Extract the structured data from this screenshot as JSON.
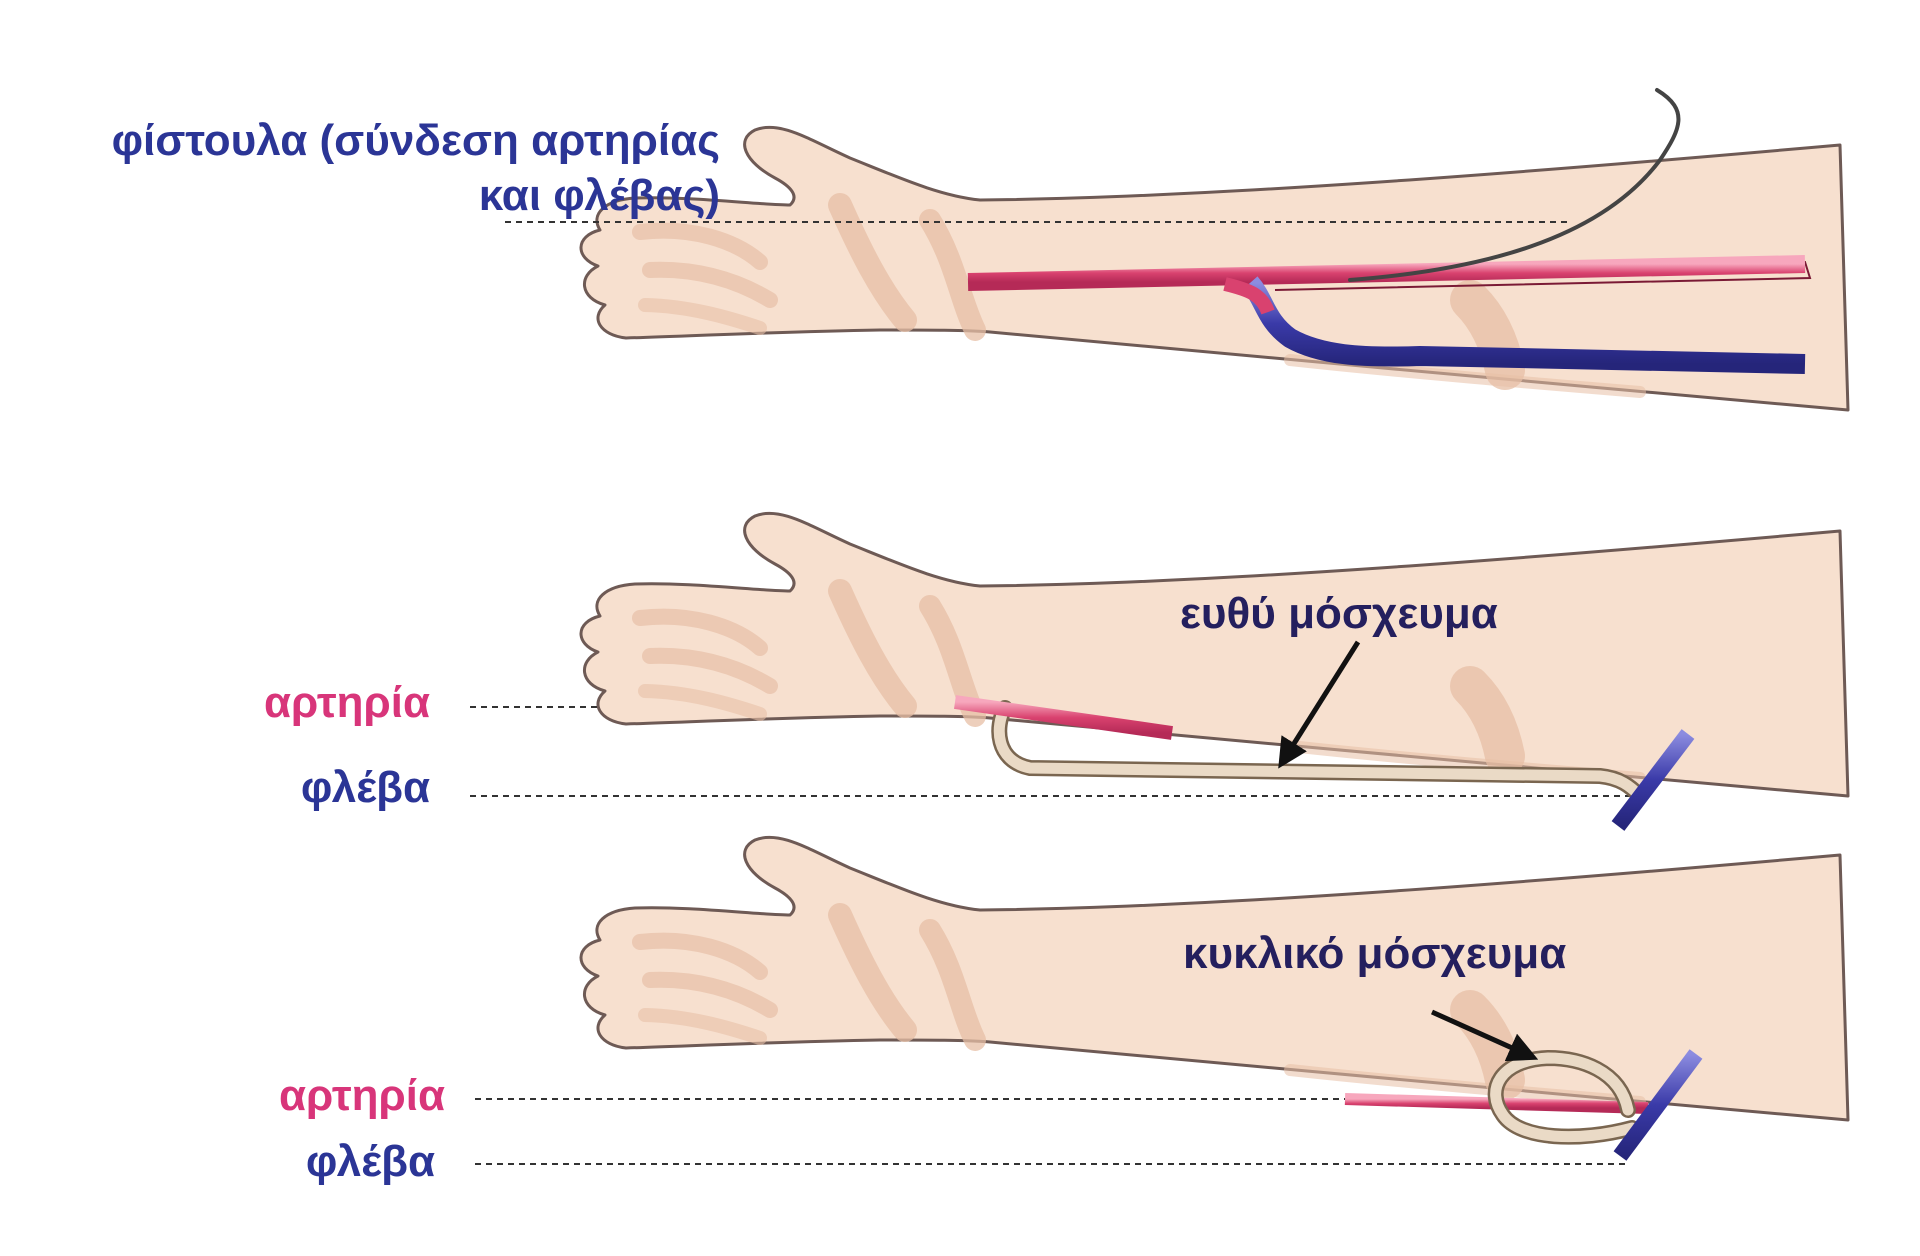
{
  "diagram": {
    "panel1": {
      "fistula_label_line1": "φίστουλα (σύνδεση αρτηρίας",
      "fistula_label_line2": "και φλέβας)"
    },
    "panel2": {
      "graft_label": "ευθύ μόσχευμα",
      "artery_label": "αρτηρία",
      "vein_label": "φλέβα"
    },
    "panel3": {
      "graft_label": "κυκλικό μόσχευμα",
      "artery_label": "αρτηρία",
      "vein_label": "φλέβα"
    }
  },
  "colors": {
    "skin": "#f7e0cf",
    "skin_shadow": "#e7bfa6",
    "outline": "#6e5a55",
    "artery": "#d9426f",
    "vein": "#3a3aa8",
    "graft": "#eadac6",
    "label_blue": "#2b3596",
    "label_pink": "#d8357a",
    "label_dark": "#241f5e"
  }
}
